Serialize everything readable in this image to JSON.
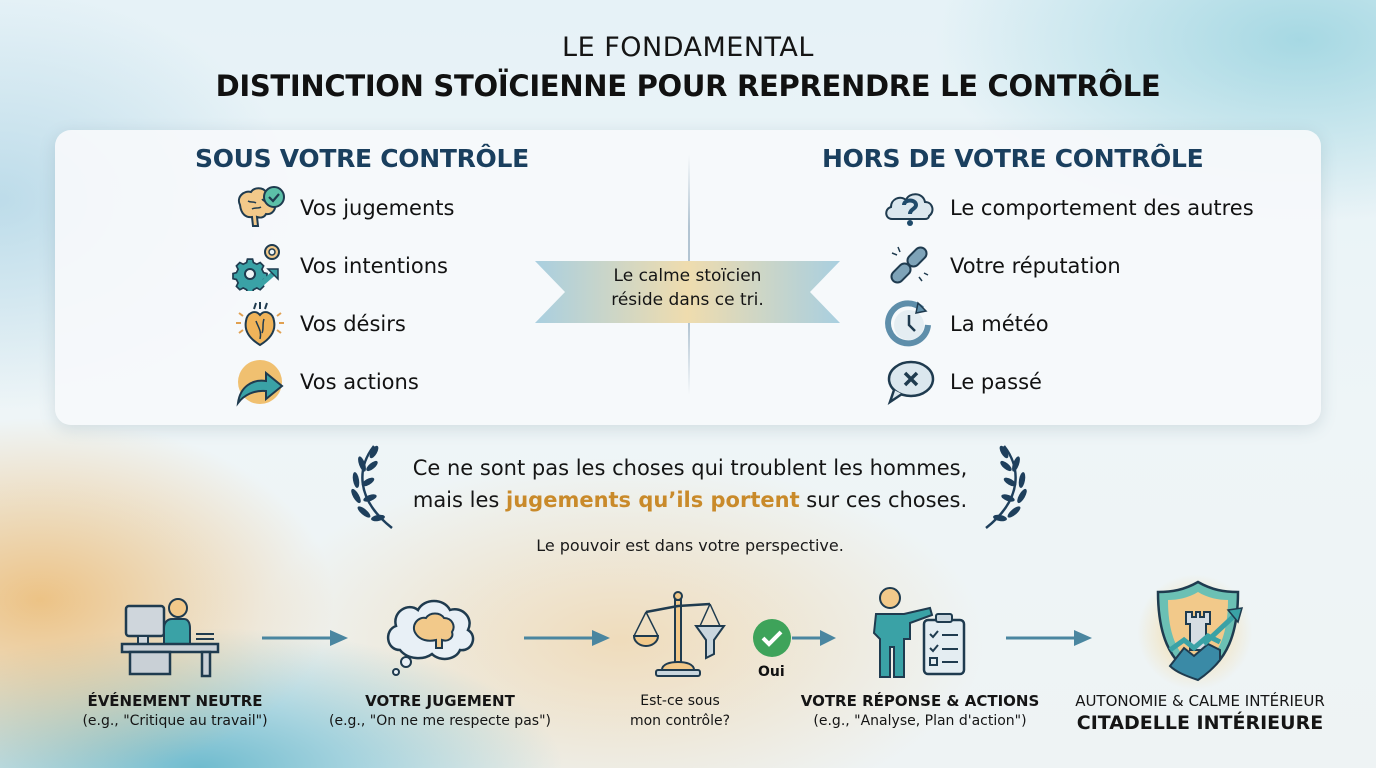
{
  "header": {
    "kicker": "LE FONDAMENTAL",
    "title": "DISTINCTION STOÏCIENNE POUR REPRENDRE LE CONTRÔLE"
  },
  "dichotomy": {
    "left": {
      "heading": "SOUS VOTRE CONTRÔLE",
      "items": [
        {
          "label": "Vos jugements",
          "icon": "brain-check-icon"
        },
        {
          "label": "Vos intentions",
          "icon": "gears-arrow-icon"
        },
        {
          "label": "Vos désirs",
          "icon": "heart-icon"
        },
        {
          "label": "Vos actions",
          "icon": "curved-arrow-icon"
        }
      ]
    },
    "right": {
      "heading": "HORS DE VOTRE CONTRÔLE",
      "items": [
        {
          "label": "Le comportement des autres",
          "icon": "cloud-question-icon"
        },
        {
          "label": "Votre réputation",
          "icon": "broken-link-icon"
        },
        {
          "label": "La météo",
          "icon": "clock-cycle-icon"
        },
        {
          "label": "Le passé",
          "icon": "speech-x-icon"
        }
      ]
    },
    "ribbon": {
      "line1": "Le calme stoïcien",
      "line2": "réside dans ce tri."
    }
  },
  "quote": {
    "line1": "Ce ne sont pas les choses qui troublent les hommes,",
    "line2_before": "mais les ",
    "line2_highlight": "jugements qu’ils portent",
    "line2_after": " sur ces choses.",
    "subline": "Le pouvoir est dans votre perspective."
  },
  "flow": {
    "steps": [
      {
        "title": "ÉVÉNEMENT NEUTRE",
        "example": "(e.g., \"Critique au travail\")",
        "icon": "desk-worker-icon"
      },
      {
        "title": "VOTRE JUGEMENT",
        "example": "(e.g., \"On ne me respecte pas\")",
        "icon": "thought-brain-icon"
      },
      {
        "title": "",
        "question_line1": "Est-ce sous",
        "question_line2": "mon contrôle?",
        "icon": "scales-funnel-icon"
      },
      {
        "title": "VOTRE RÉPONSE & ACTIONS",
        "example": "(e.g., \"Analyse, Plan d'action\")",
        "icon": "person-checklist-icon"
      },
      {
        "title": "AUTONOMIE & CALME INTÉRIEUR",
        "subtitle": "CITADELLE INTÉRIEURE",
        "icon": "shield-tower-icon"
      }
    ],
    "decision_label": "Oui"
  },
  "colors": {
    "heading_navy": "#1a3f5e",
    "highlight_gold": "#c98a2a",
    "teal": "#3a9fa6",
    "arrow": "#4a86a0",
    "check_green": "#3ea35a"
  }
}
